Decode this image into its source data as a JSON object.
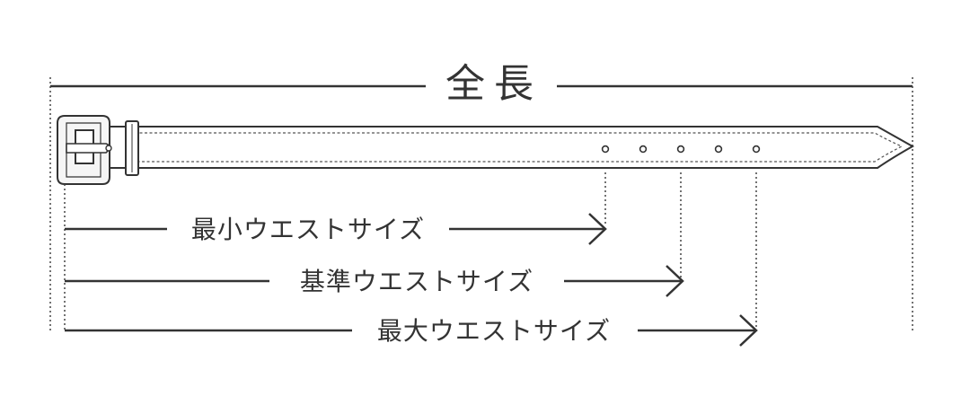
{
  "title": "全長",
  "labels": {
    "min_waist": "最小ウエストサイズ",
    "std_waist": "基準ウエストサイズ",
    "max_waist": "最大ウエストサイズ"
  },
  "belt": {
    "hole_count": 5
  },
  "colors": {
    "line": "#333333",
    "fill": "#ffffff",
    "buckle_fill": "#f5f5f5"
  }
}
